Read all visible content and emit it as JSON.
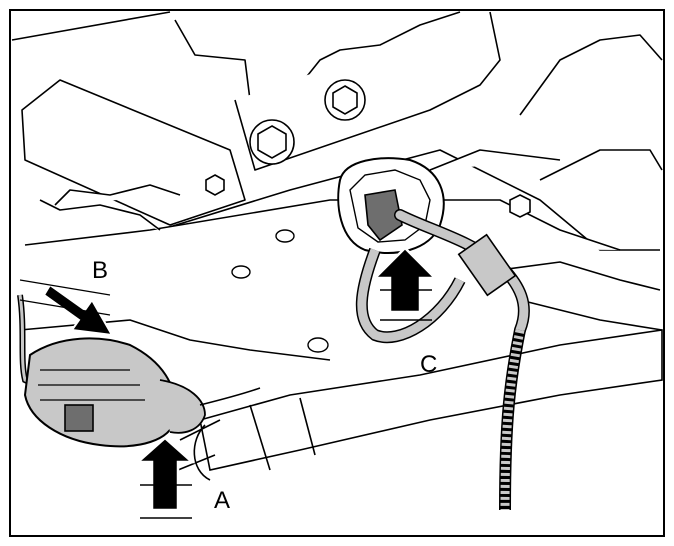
{
  "labels": {
    "a": "A",
    "b": "B",
    "c": "C"
  },
  "colors": {
    "line": "#000000",
    "shade": "#c8c8c8",
    "dark": "#6e6e6e",
    "background": "#ffffff"
  }
}
